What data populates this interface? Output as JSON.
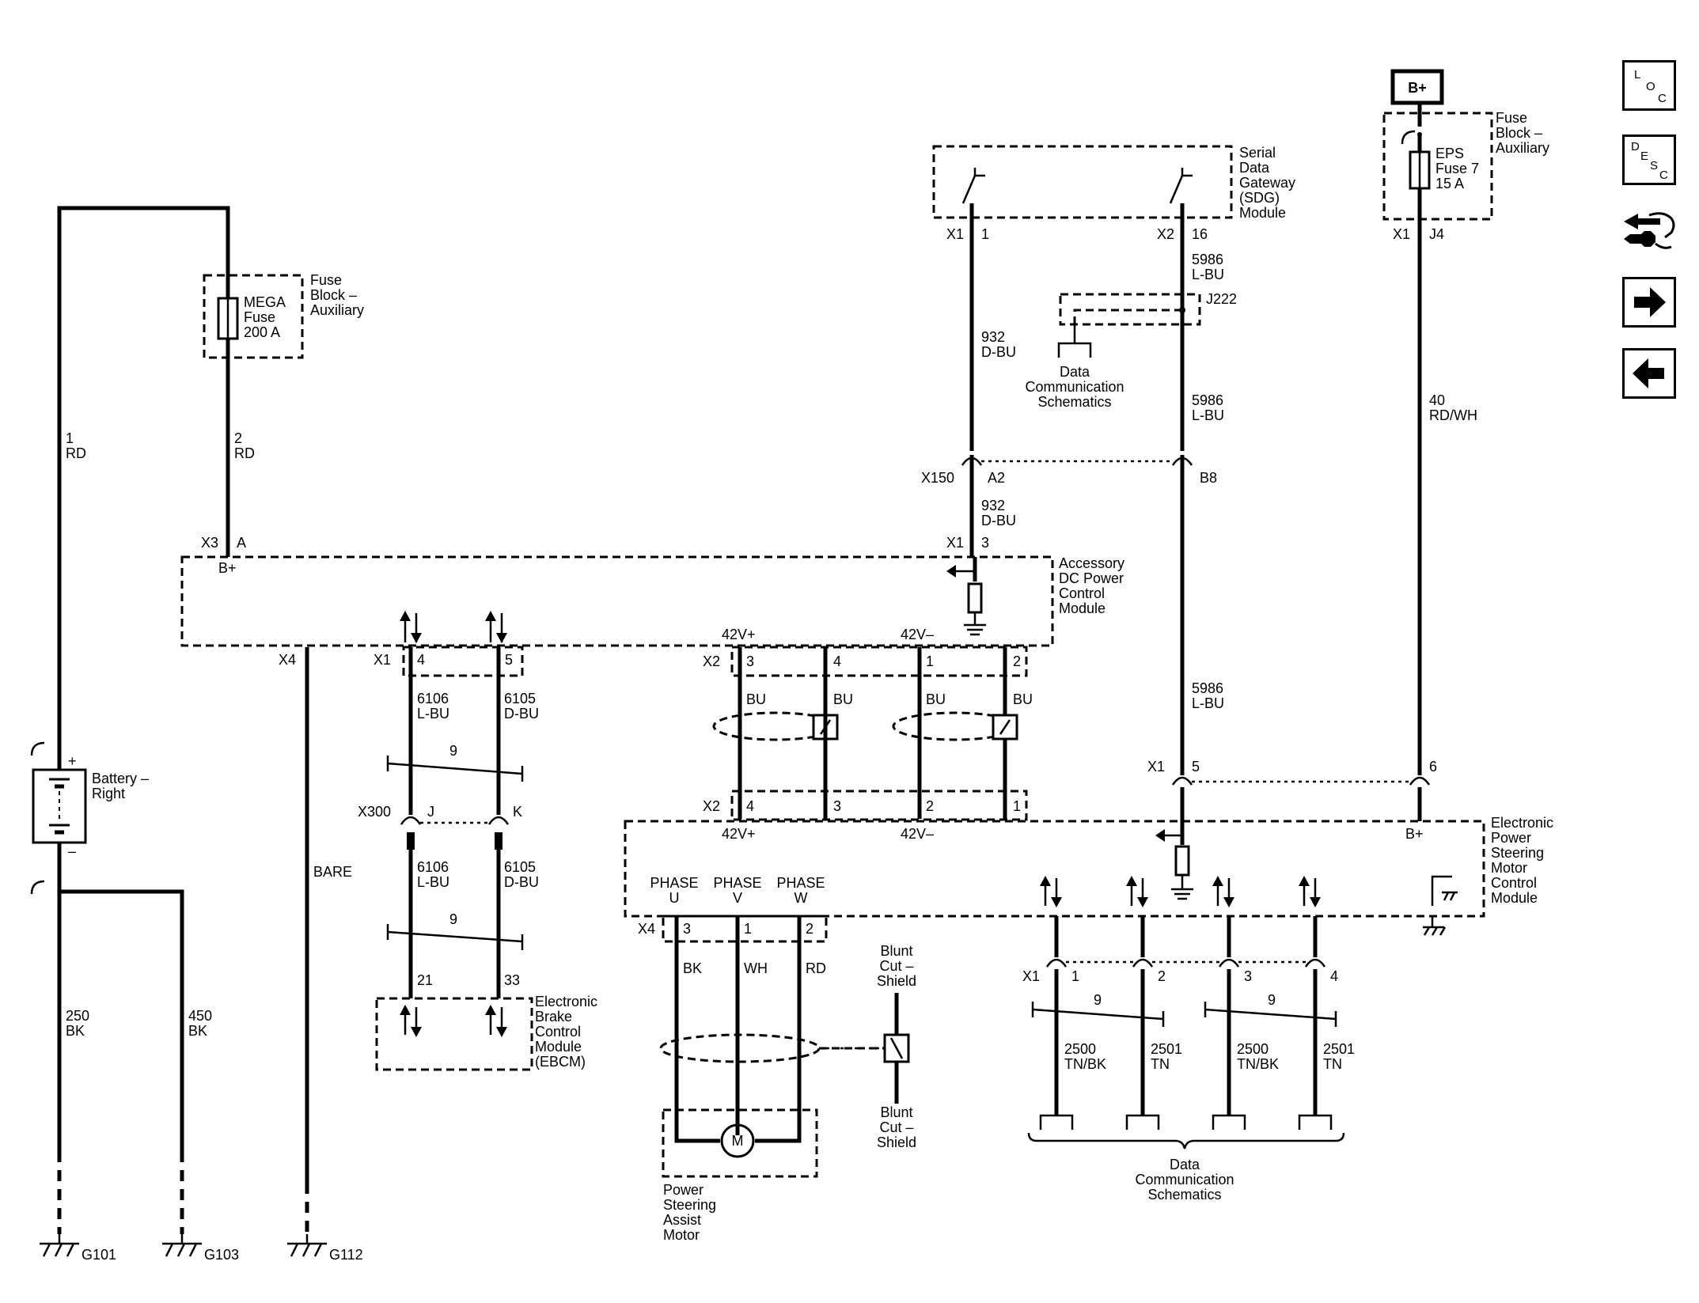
{
  "nav": {
    "loc": [
      "L",
      "O",
      "C"
    ],
    "desc": [
      "D",
      "E",
      "S",
      "C"
    ]
  },
  "labels": {
    "fuse_block_aux": [
      "Fuse",
      "Block –",
      "Auxiliary"
    ],
    "mega_fuse": [
      "MEGA",
      "Fuse",
      "200 A"
    ],
    "wire_1": [
      "1",
      "RD"
    ],
    "wire_2": [
      "2",
      "RD"
    ],
    "x3": "X3",
    "pin_a": "A",
    "bplus_left": "B+",
    "x4_left": "X4",
    "x1_ebcm": "X1",
    "pin_4": "4",
    "pin_5": "5",
    "w6106": [
      "6106",
      "L-BU"
    ],
    "w6105": [
      "6105",
      "D-BU"
    ],
    "nine": "9",
    "x300": "X300",
    "pin_j": "J",
    "pin_k": "K",
    "bare": "BARE",
    "pin_21": "21",
    "pin_33": "33",
    "ebcm": [
      "Electronic",
      "Brake",
      "Control",
      "Module",
      "(EBCM)"
    ],
    "battery": [
      "Battery –",
      "Right"
    ],
    "plus": "+",
    "minus": "–",
    "w250": [
      "250",
      "BK"
    ],
    "w450": [
      "450",
      "BK"
    ],
    "g101": "G101",
    "g103": "G103",
    "g112": "G112",
    "sdg": [
      "Serial",
      "Data",
      "Gateway",
      "(SDG)",
      "Module"
    ],
    "x1": "X1",
    "pin_1": "1",
    "x2": "X2",
    "pin_16": "16",
    "w5986": [
      "5986",
      "L-BU"
    ],
    "j222": "J222",
    "data_comm": [
      "Data",
      "Communication",
      "Schematics"
    ],
    "w932": [
      "932",
      "D-BU"
    ],
    "x150": "X150",
    "pin_a2": "A2",
    "pin_b8": "B8",
    "pin_3": "3",
    "acc_dc": [
      "Accessory",
      "DC Power",
      "Control",
      "Module"
    ],
    "v42p": "42V+",
    "v42m": "42V–",
    "pin_2": "2",
    "bu": "BU",
    "bplus_box": "B+",
    "fuse_block_aux_r": [
      "Fuse",
      "Block –",
      "Auxiliary"
    ],
    "eps_fuse": [
      "EPS",
      "Fuse 7",
      "15 A"
    ],
    "pin_j4": "J4",
    "w40": [
      "40",
      "RD/WH"
    ],
    "pin_6": "6",
    "eps_module": [
      "Electronic",
      "Power",
      "Steering",
      "Motor",
      "Control",
      "Module"
    ],
    "bplus_eps": "B+",
    "phase_u": [
      "PHASE",
      "U"
    ],
    "phase_v": [
      "PHASE",
      "V"
    ],
    "phase_w": [
      "PHASE",
      "W"
    ],
    "bk": "BK",
    "wh": "WH",
    "rd": "RD",
    "blunt_cut": [
      "Blunt",
      "Cut –",
      "Shield"
    ],
    "motor": "M",
    "psa_motor": [
      "Power",
      "Steering",
      "Assist",
      "Motor"
    ],
    "w2500": [
      "2500",
      "TN/BK"
    ],
    "w2501": [
      "2501",
      "TN"
    ],
    "x1_bus": "X1"
  }
}
